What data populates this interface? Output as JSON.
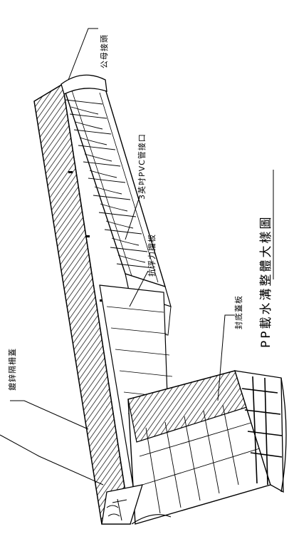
{
  "labels": {
    "male_female_joint": "公母接頭",
    "pvc_port": "3英吋PVC管接口",
    "anti_float_plate": "抗浮力擋板",
    "galvanized_grate": "鍍鋅隔柵蓋",
    "bottom_cover": "封底蓋板"
  },
  "title": "PP載水溝整體大樣圖"
}
